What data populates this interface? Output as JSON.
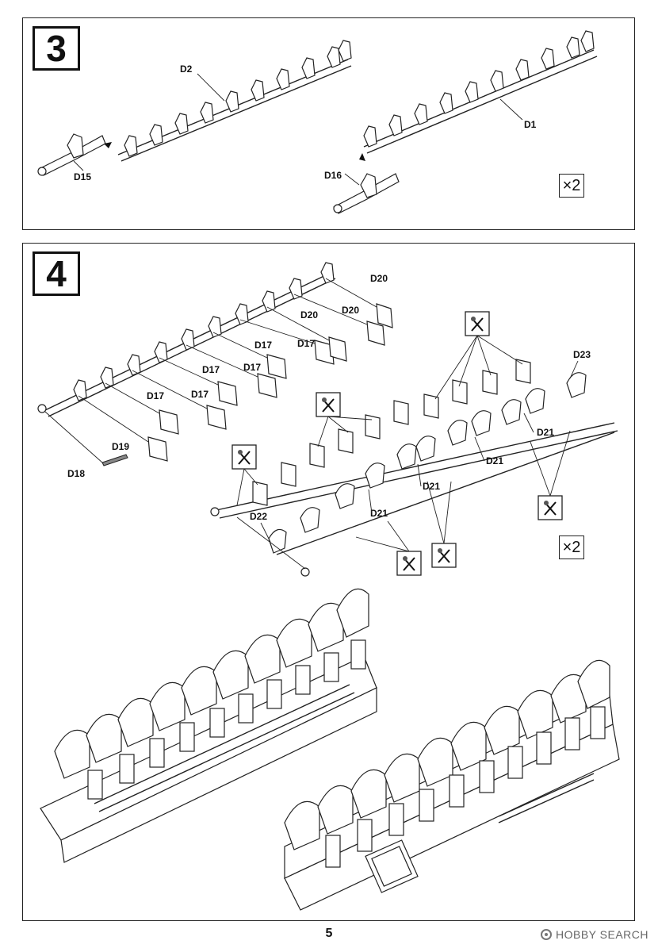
{
  "page": {
    "number": "5"
  },
  "watermark": {
    "text": "HOBBY SEARCH"
  },
  "step3": {
    "number": "3",
    "multiplier": "×2",
    "labels": {
      "D2": "D2",
      "D15": "D15",
      "D1": "D1",
      "D16": "D16"
    }
  },
  "step4": {
    "number": "4",
    "multiplier": "×2",
    "labels": {
      "D20a": "D20",
      "D20b": "D20",
      "D20c": "D20",
      "D17a": "D17",
      "D17b": "D17",
      "D17c": "D17",
      "D17d": "D17",
      "D17e": "D17",
      "D17f": "D17",
      "D19": "D19",
      "D18": "D18",
      "D23": "D23",
      "D21a": "D21",
      "D21b": "D21",
      "D21c": "D21",
      "D21d": "D21",
      "D22": "D22"
    }
  },
  "icons": {
    "cut": "cut-parts-icon"
  }
}
